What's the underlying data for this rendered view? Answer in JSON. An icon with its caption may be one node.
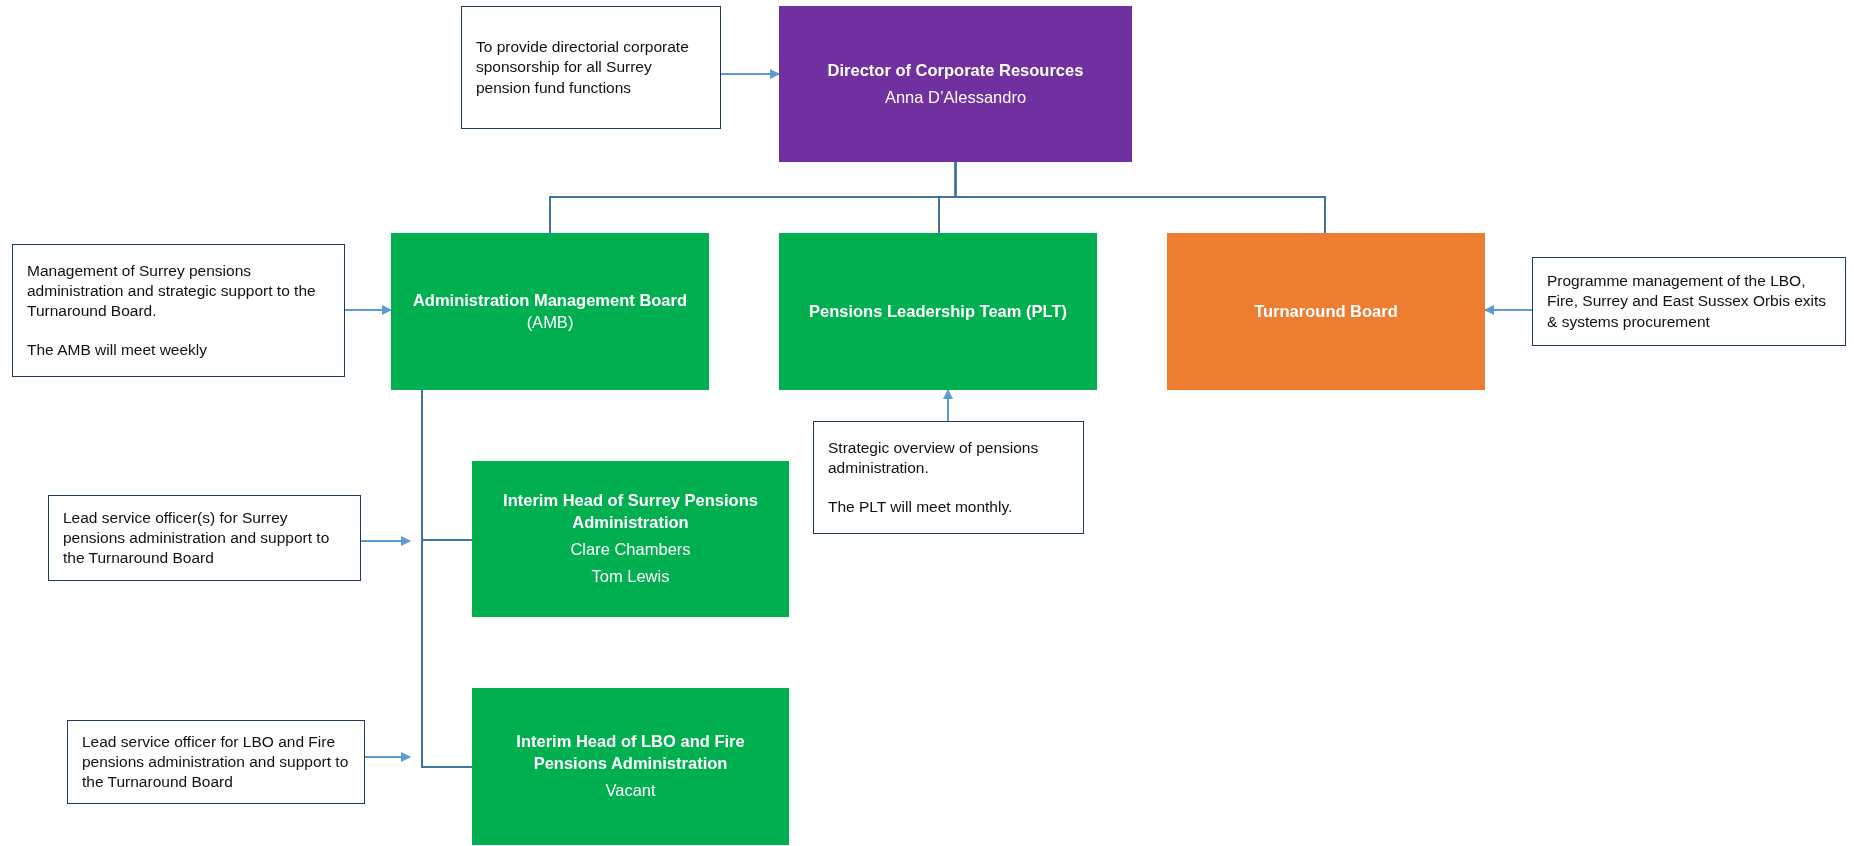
{
  "diagram": {
    "nodes": [
      {
        "text": [
          "To provide directorial corporate sponsorship for all Surrey pension fund functions"
        ]
      },
      {
        "text": [
          "Director of Corporate Resources",
          "Anna D’Alessandro"
        ]
      },
      {
        "text": [
          "Management of Surrey pensions administration and strategic support to the Turnaround Board.",
          "The AMB will meet weekly"
        ]
      },
      {
        "text": [
          "**Administration Management Board** (AMB)"
        ]
      },
      {
        "text": [
          "Pensions Leadership Team (PLT)"
        ]
      },
      {
        "text": [
          "Turnaround Board"
        ]
      },
      {
        "text": [
          "Programme management of the LBO, Fire, Surrey and East Sussex Orbis exits & systems procurement"
        ]
      },
      {
        "text": [
          "Strategic overview of pensions administration.",
          "The PLT will meet monthly."
        ]
      },
      {
        "text": [
          "Lead service officer(s) for Surrey pensions administration and support to the Turnaround Board"
        ]
      },
      {
        "text": [
          "Interim Head of Surrey Pensions Administration",
          "Clare Chambers",
          "Tom Lewis"
        ]
      },
      {
        "text": [
          "Lead service officer for LBO and Fire pensions administration and support to the Turnaround Board"
        ]
      },
      {
        "text": [
          "Interim Head of LBO and Fire Pensions Administration",
          "Vacant"
        ]
      }
    ],
    "edges": [
      {
        "from": 0,
        "to": 1,
        "arrow": "to"
      },
      {
        "from": 1,
        "to": 3,
        "arrow": "none",
        "color": "#41719c"
      },
      {
        "from": 1,
        "to": 4,
        "arrow": "none",
        "color": "#41719c"
      },
      {
        "from": 1,
        "to": 5,
        "arrow": "none",
        "color": "#41719c"
      },
      {
        "from": 2,
        "to": 3,
        "arrow": "to"
      },
      {
        "from": 6,
        "to": 5,
        "arrow": "to"
      },
      {
        "from": 7,
        "to": 4,
        "arrow": "to"
      },
      {
        "from": 3,
        "to": 9,
        "arrow": "none",
        "color": "#41719c"
      },
      {
        "from": 3,
        "to": 11,
        "arrow": "none",
        "color": "#41719c"
      },
      {
        "from": 8,
        "to": null,
        "arrow": "to"
      },
      {
        "from": 10,
        "to": null,
        "arrow": "to"
      }
    ]
  }
}
